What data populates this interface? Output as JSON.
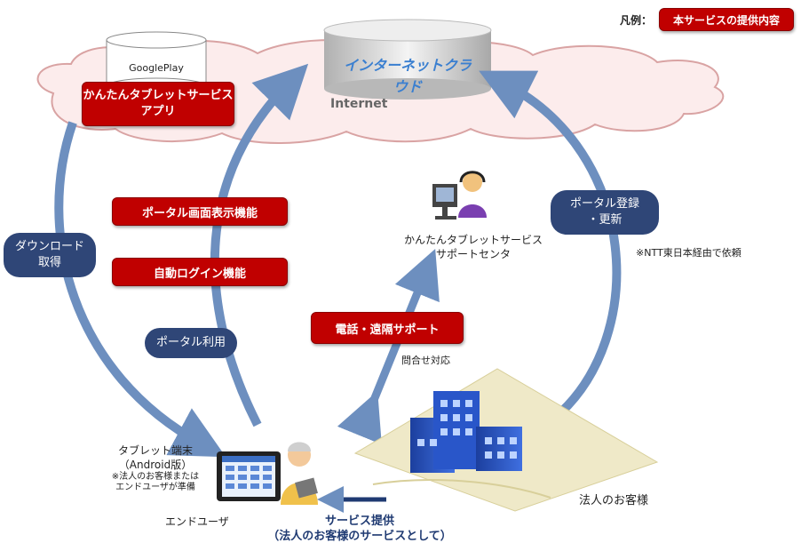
{
  "legend": {
    "label": "凡例：",
    "box": "本サービスの提供内容"
  },
  "cloud": {
    "title": "インターネットクラウド",
    "sub": "Internet"
  },
  "googleplay": {
    "name": "GooglePlay",
    "app_line1": "かんたんタブレットサービス",
    "app_line2": "アプリ"
  },
  "features": {
    "portal_display": "ポータル画面表示機能",
    "auto_login": "自動ログイン機能",
    "phone_support": "電話・遠隔サポート"
  },
  "pills": {
    "download_line1": "ダウンロード",
    "download_line2": "取得",
    "portal_use": "ポータル利用",
    "portal_reg_line1": "ポータル登録",
    "portal_reg_line2": "・更新"
  },
  "support_center": {
    "line1": "かんたんタブレットサービス",
    "line2": "サポートセンタ",
    "inquiry": "問合せ対応"
  },
  "note_ntt": "※NTT東日本経由で依頼",
  "tablet": {
    "line1": "タブレット端末",
    "line2": "（Android版）",
    "note1": "※法人のお客様または",
    "note2": "エンドユーザが準備"
  },
  "end_user": "エンドユーザ",
  "corporate": "法人のお客様",
  "service": {
    "line1": "サービス提供",
    "line2": "（法人のお客様のサービスとして）"
  },
  "colors": {
    "red": "#c00000",
    "navy": "#2f4677",
    "arrow": "#6d8fbf",
    "cloud_fill": "#fcecec",
    "cloud_stroke": "#d9a3a3"
  }
}
